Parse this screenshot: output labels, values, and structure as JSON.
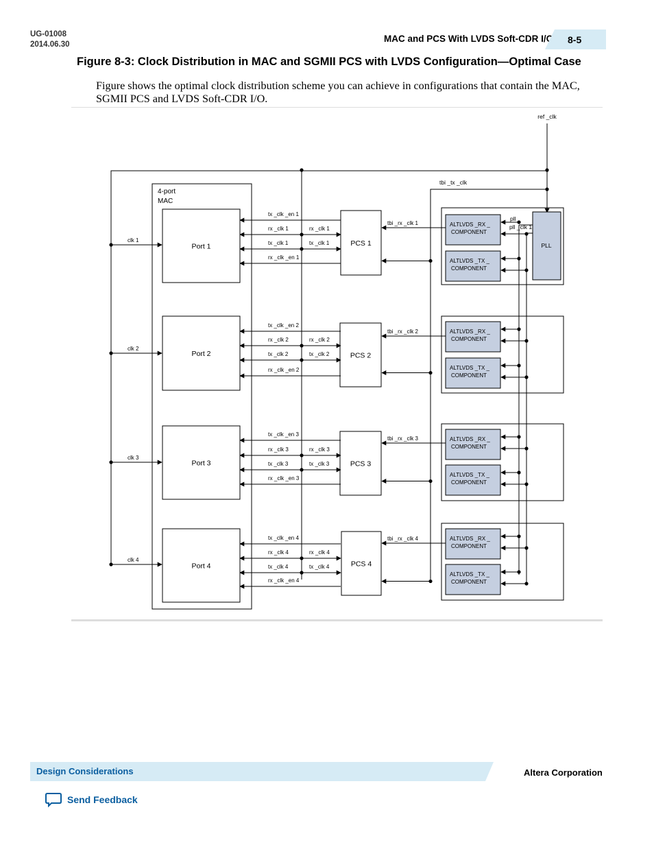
{
  "header": {
    "doc_id": "UG-01008",
    "doc_date": "2014.06.30",
    "section_title": "MAC and PCS With LVDS Soft-CDR I/O",
    "page_number": "8-5"
  },
  "figure": {
    "title": "Figure 8-3: Clock Distribution in MAC and SGMII PCS with LVDS Configuration—Optimal Case",
    "caption": "Figure shows the optimal clock distribution scheme you can achieve in configurations that contain the MAC, SGMII PCS and LVDS Soft-CDR I/O."
  },
  "diagram": {
    "ref_clk": "ref _clk",
    "tbi_tx_clk": "tbi _tx _clk",
    "mac_label_1": "4-port",
    "mac_label_2": "MAC",
    "pll": "PLL",
    "pll_label": "pll",
    "pll_clk1": "pll _clk 1",
    "rx_comp_1": "ALTLVDS    _RX _",
    "tx_comp_1": "ALTLVDS    _TX _",
    "comp_2": "COMPONENT",
    "ports": [
      {
        "port": "Port  1",
        "pcs": "PCS 1",
        "clk": "clk 1",
        "tx_en": "tx _clk _en 1",
        "rx_clk": "rx _clk 1",
        "tx_clk": "tx _clk 1",
        "rx_en": "rx _clk _en 1",
        "tbi_rx": "tbi _rx _clk 1"
      },
      {
        "port": "Port  2",
        "pcs": "PCS 2",
        "clk": "clk 2",
        "tx_en": "tx _clk _en 2",
        "rx_clk": "rx _clk 2",
        "tx_clk": "tx _clk 2",
        "rx_en": "rx _clk _en 2",
        "tbi_rx": "tbi _rx _clk 2"
      },
      {
        "port": "Port  3",
        "pcs": "PCS 3",
        "clk": "clk 3",
        "tx_en": "tx _clk _en 3",
        "rx_clk": "rx _clk 3",
        "tx_clk": "tx _clk 3",
        "rx_en": "rx _clk _en 3",
        "tbi_rx": "tbi _rx _clk 3"
      },
      {
        "port": "Port  4",
        "pcs": "PCS 4",
        "clk": "clk 4",
        "tx_en": "tx _clk _en 4",
        "rx_clk": "rx _clk 4",
        "tx_clk": "tx _clk 4",
        "rx_en": "rx _clk _en 4",
        "tbi_rx": "tbi _rx _clk 4"
      }
    ]
  },
  "footer": {
    "section": "Design Considerations",
    "company": "Altera Corporation",
    "feedback": "Send Feedback"
  },
  "colors": {
    "band": "#d6ebf5",
    "link": "#0a5ea0",
    "component_fill": "#c5cfe0"
  }
}
